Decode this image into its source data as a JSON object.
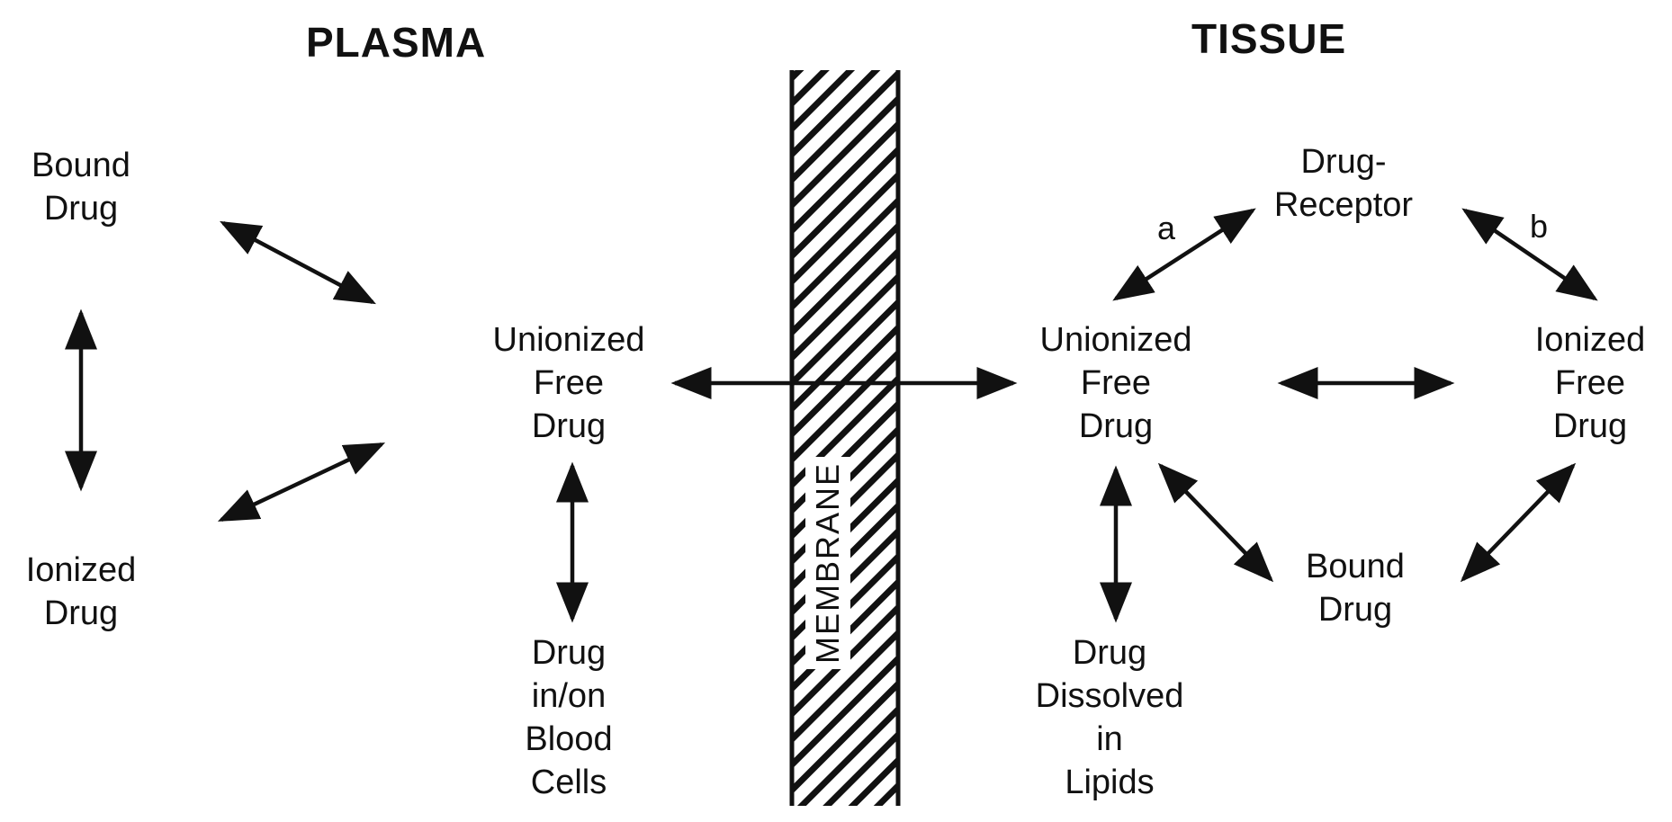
{
  "headings": {
    "plasma": "PLASMA",
    "tissue": "TISSUE"
  },
  "membrane_label": "MEMBRANE",
  "plasma_nodes": {
    "bound_drug": [
      "Bound",
      "Drug"
    ],
    "ionized_drug": [
      "Ionized",
      "Drug"
    ],
    "unionized_free_drug": [
      "Unionized",
      "Free",
      "Drug"
    ],
    "drug_blood_cells": [
      "Drug",
      "in/on",
      "Blood",
      "Cells"
    ]
  },
  "tissue_nodes": {
    "drug_receptor": [
      "Drug-",
      "Receptor"
    ],
    "unionized_free_drug": [
      "Unionized",
      "Free",
      "Drug"
    ],
    "ionized_free_drug": [
      "Ionized",
      "Free",
      "Drug"
    ],
    "bound_drug": [
      "Bound",
      "Drug"
    ],
    "drug_dissolved_lipids": [
      "Drug",
      "Dissolved",
      "in",
      "Lipids"
    ]
  },
  "arrow_labels": {
    "a": "a",
    "b": "b"
  },
  "colors": {
    "ink": "#111111",
    "background": "#ffffff"
  }
}
